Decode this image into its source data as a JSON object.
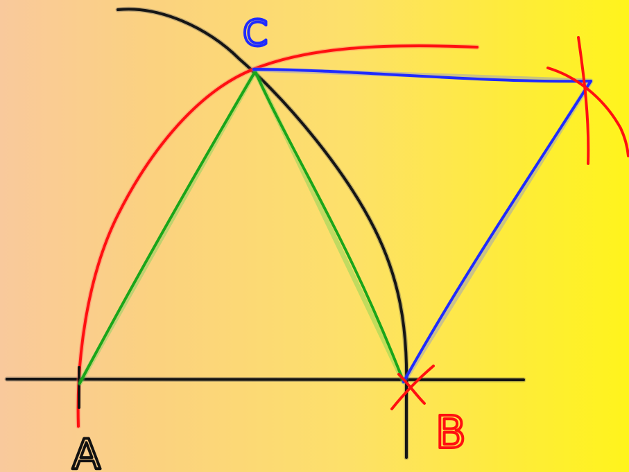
{
  "diagram": {
    "points": {
      "A": {
        "label": "A",
        "color": "#111111"
      },
      "B": {
        "label": "B",
        "color": "#ff1a1a"
      },
      "C": {
        "label": "C",
        "color": "#1f2bff"
      }
    },
    "colors": {
      "baseline": "#111111",
      "black_arc": "#151515",
      "red_arc": "#ff1010",
      "green_lines": "#1aa51a",
      "blue_lines": "#1f2bff",
      "construction_marks": "#ff1010"
    },
    "labels_text": [
      "A",
      "B",
      "C"
    ]
  }
}
